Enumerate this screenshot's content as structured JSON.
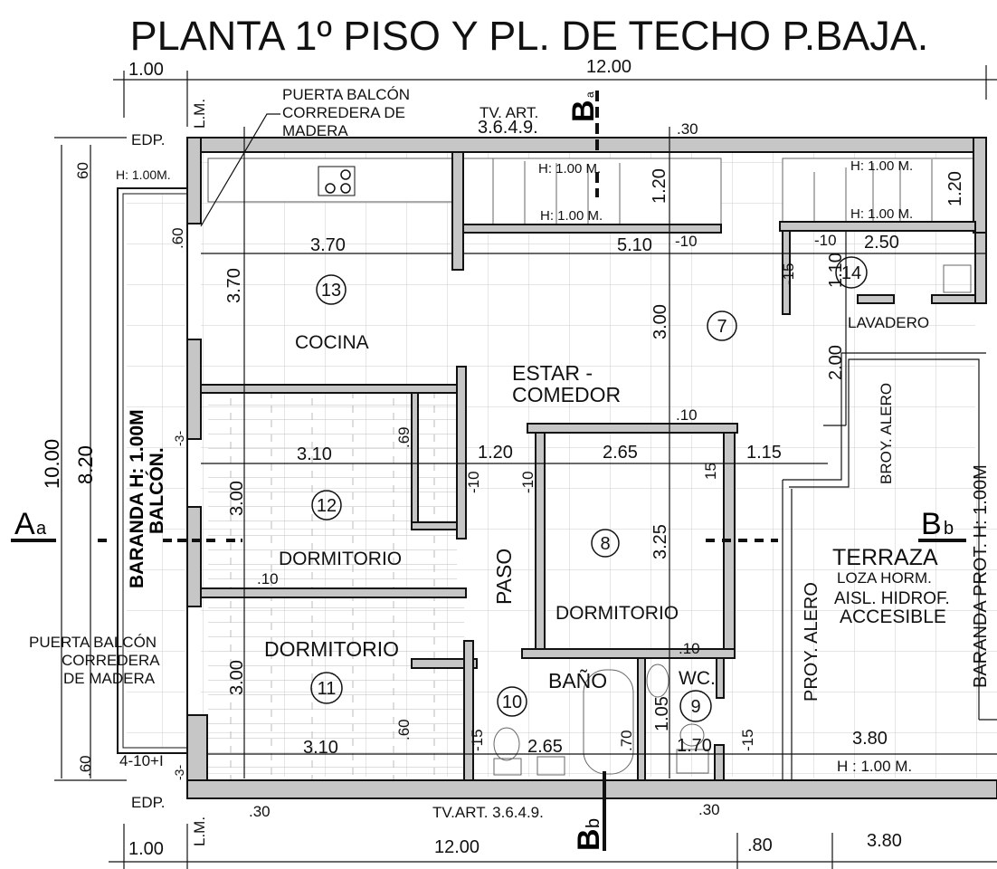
{
  "title": "PLANTA 1º PISO Y PL. DE TECHO P.BAJA.",
  "labels": {
    "edp": "EDP.",
    "lm": "L.M.",
    "h100_balcony": "H: 1.00M.",
    "puerta_top": [
      "PUERTA BALCÓN",
      "CORREDERA DE",
      "MADERA"
    ],
    "tv_top": [
      "TV. ART.",
      "3.6.4.9."
    ],
    "stair_h": "H: 1.00 M.",
    "puerta_bottom": [
      "PUERTA BALCÓN",
      "CORREDERA",
      "DE MADERA"
    ],
    "tv_bottom": "TV.ART. 3.6.4.9.",
    "baranda_balcon": [
      "BARANDA H: 1.00M",
      "BALCÓN."
    ],
    "baranda_prot": "BARANDA PROT. H: 1.00M",
    "proy_alero": "PROY. ALERO",
    "broy_alero": "BROY. ALERO",
    "terraza_h": "H : 1.00 M.",
    "note_4_10": "4-10+I"
  },
  "rooms": {
    "cocina": {
      "name": "COCINA",
      "num": "13"
    },
    "estar": {
      "name": [
        "ESTAR -",
        "COMEDOR"
      ],
      "num": "7"
    },
    "dorm12": {
      "name": "DORMITORIO",
      "num": "12"
    },
    "dorm11": {
      "name": "DORMITORIO",
      "num": "11"
    },
    "dorm8": {
      "name": "DORMITORIO",
      "num": "8"
    },
    "paso": {
      "name": "PASO"
    },
    "bano": {
      "name": "BAÑO",
      "num": "10"
    },
    "wc": {
      "name": "WC.",
      "num": "9"
    },
    "lavadero": {
      "name": "LAVADERO",
      "num": "14"
    },
    "terraza": {
      "name": [
        "TERRAZA",
        "LOZA HORM.",
        "AISL. HIDROF.",
        "ACCESIBLE"
      ]
    }
  },
  "sections": {
    "a_left": {
      "letter": "A",
      "sub": "a"
    },
    "b_right": {
      "letter": "B",
      "sub": "b"
    },
    "b_top": {
      "letter": "B",
      "sub": "a"
    },
    "b_bottom": {
      "letter": "B",
      "sub": "b"
    }
  },
  "dims": {
    "top_100": "1.00",
    "top_1200": "12.00",
    "top_30": ".30",
    "cocina_370": "3.70",
    "estar_510": "5.10",
    "m10a": "-10",
    "m10b": "-10",
    "lav_250": "2.50",
    "d12_310": "3.10",
    "paso_120": "1.20",
    "d8_265": "2.65",
    "d8_115": "1.15",
    "d8_10": ".10",
    "d12_10": ".10",
    "d8b_10": ".10",
    "d11_310": "3.10",
    "bano_265": "2.65",
    "wc_170": "1.70",
    "ter_380": "3.80",
    "bot_30a": ".30",
    "bot_30b": ".30",
    "bot_100": "1.00",
    "bot_1200": "12.00",
    "bot_80": ".80",
    "bot_380": "3.80",
    "v_60": "60",
    "v_60b": ".60",
    "v_370": "3.70",
    "v_120a": "1.20",
    "v_120b": "1.20",
    "v_300a": "3.00",
    "v_15a": "-15",
    "v_110": "1.10",
    "v_200": "2.00",
    "v_69": ".69",
    "v_m10a": "-10",
    "v_m10b": "-10",
    "v_15b": "15",
    "v_325": "3.25",
    "v_300b": "3.00",
    "v_3a": "-3-",
    "v_1000": "10.00",
    "v_820": "8.20",
    "v_300c": "3.00",
    "v_60c": ".60",
    "v_15c": "-15",
    "v_70": ".70",
    "v_105": "1.05",
    "v_15d": "-15",
    "v_60d": ".60",
    "v_3b": "-3-"
  }
}
